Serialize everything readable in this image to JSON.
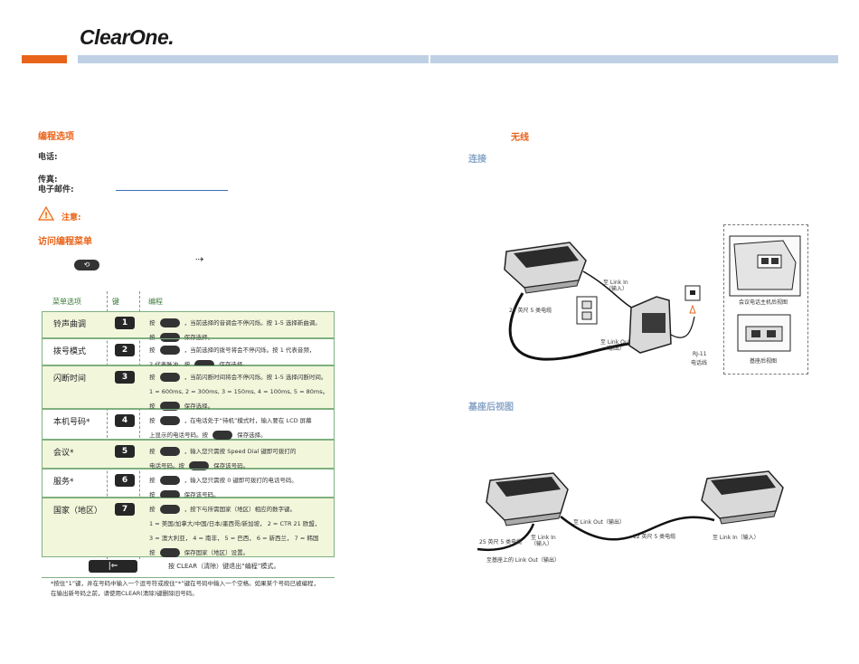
{
  "header": {
    "logo": "ClearOne."
  },
  "left": {
    "section_title": "编程选项",
    "phone_label": "电话:",
    "fax_label": "传真:",
    "email_label": "电子邮件:",
    "caution_label": "注意:",
    "menu_title": "访问编程菜单",
    "table": {
      "col_menu": "菜单选项",
      "col_key": "键",
      "col_prog": "编程",
      "rows": [
        {
          "name": "铃声曲调",
          "key": "1",
          "lines": [
            "按 {k} ，当前选择的音调会不停闪烁。按 1-5 选择新曲调。",
            "按 {k} 保存选择。"
          ]
        },
        {
          "name": "拨号模式",
          "key": "2",
          "lines": [
            "按 {k} ，当前选择的拨号将会不停闪烁。按 1 代表音频，",
            "2 代表脉冲。按 {k} 保存选择。"
          ]
        },
        {
          "name": "闪断时间",
          "key": "3",
          "lines": [
            "按 {k} ，当前闪断时间将会不停闪烁。按 1-5 选择闪断时间。",
            "1 = 600ms, 2 = 300ms, 3 = 150ms, 4 = 100ms, 5 = 80ms。",
            "按 {k} 保存选择。"
          ]
        },
        {
          "name": "本机号码*",
          "key": "4",
          "lines": [
            "按 {k} ，在电话处于“待机”模式时，输入要在 LCD 屏幕",
            "上显示的电话号码。按 {k} 保存选择。"
          ]
        },
        {
          "name": "会议*",
          "key": "5",
          "lines": [
            "按 {k} ，输入您只需按 Speed Dial 键即可拨打的",
            "电话号码。按 {k} 保存该号码。"
          ]
        },
        {
          "name": "服务*",
          "key": "6",
          "lines": [
            "按 {k} ，输入您只需按 0 键即可拨打的电话号码。",
            "按 {k} 保存该号码。"
          ]
        },
        {
          "name": "国家（地区）",
          "key": "7",
          "lines": [
            "按 {k} ，按下与所需国家（地区）相应的数字键。",
            "1 = 美国/加拿大/中国/日本/墨西哥/新加坡， 2 = CTR 21 欧盟，",
            "3 = 澳大利亚， 4 = 南非， 5 = 巴西， 6 = 新西兰， 7 = 韩国",
            "按 {k} 保存国家（地区）设置。"
          ]
        }
      ],
      "clear_text": "按 CLEAR（清除）键退出“编程”模式。",
      "footnote_1": "*按住“1”键，并在号码中输入一个逗号符或按住“*”键在号码中输入一个空格。如果某个号码已被编程，",
      "footnote_2": "在输出新号码之前，请使用CLEAR(清除)键删除旧号码。"
    }
  },
  "right": {
    "wireless_title": "无线",
    "connect_title": "连接",
    "fig1": {
      "link_in": "至 Link In",
      "link_in_sub": "（输入）",
      "cable": "25 英尺 5 类电缆",
      "link_out": "至 Link Out",
      "link_out_sub": "（输出）",
      "rj11": "RJ-11",
      "phone_cable": "电话线",
      "rear_main": "会议电话主机后视图",
      "rear_base": "基座后视图"
    },
    "base_rear_title": "基座后视图",
    "fig2": {
      "link_out_main": "至 Link Out（输出）",
      "cable_12": "12 英尺 5 类电缆",
      "link_in_ext": "至 Link In（输入）",
      "cable_25": "25 英尺 5 类电缆",
      "to_link_in": "至 Link In",
      "to_link_in_sub": "（输入）",
      "base_link_out": "至基座上的 Link Out（输出）"
    }
  },
  "colors": {
    "orange": "#e8641b",
    "blue": "#8aa6c8",
    "green": "#7fb07f"
  }
}
